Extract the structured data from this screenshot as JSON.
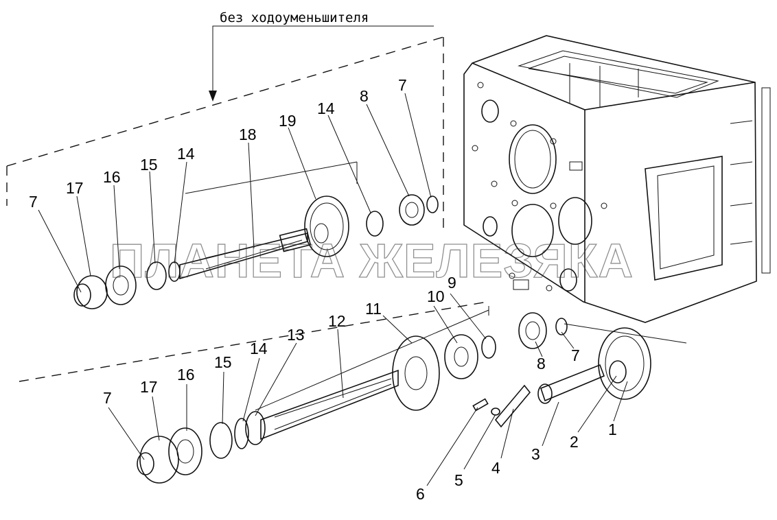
{
  "header": {
    "caption": "без ходоуменьшителя"
  },
  "watermark": "ПЛАНЕТА ЖЕЛЕЗЯКА",
  "callouts": {
    "upper_7": "7",
    "upper_17": "17",
    "upper_16": "16",
    "upper_15": "15",
    "upper_14a": "14",
    "upper_18": "18",
    "upper_19": "19",
    "upper_14b": "14",
    "upper_8": "8",
    "upper_7b": "7",
    "lower_7": "7",
    "lower_17": "17",
    "lower_16": "16",
    "lower_15": "15",
    "lower_14": "14",
    "lower_13": "13",
    "lower_12": "12",
    "lower_11": "11",
    "lower_10": "10",
    "lower_9": "9",
    "mid_8": "8",
    "mid_7": "7",
    "p1": "1",
    "p2": "2",
    "p3": "3",
    "p4": "4",
    "p5": "5",
    "p6": "6"
  }
}
